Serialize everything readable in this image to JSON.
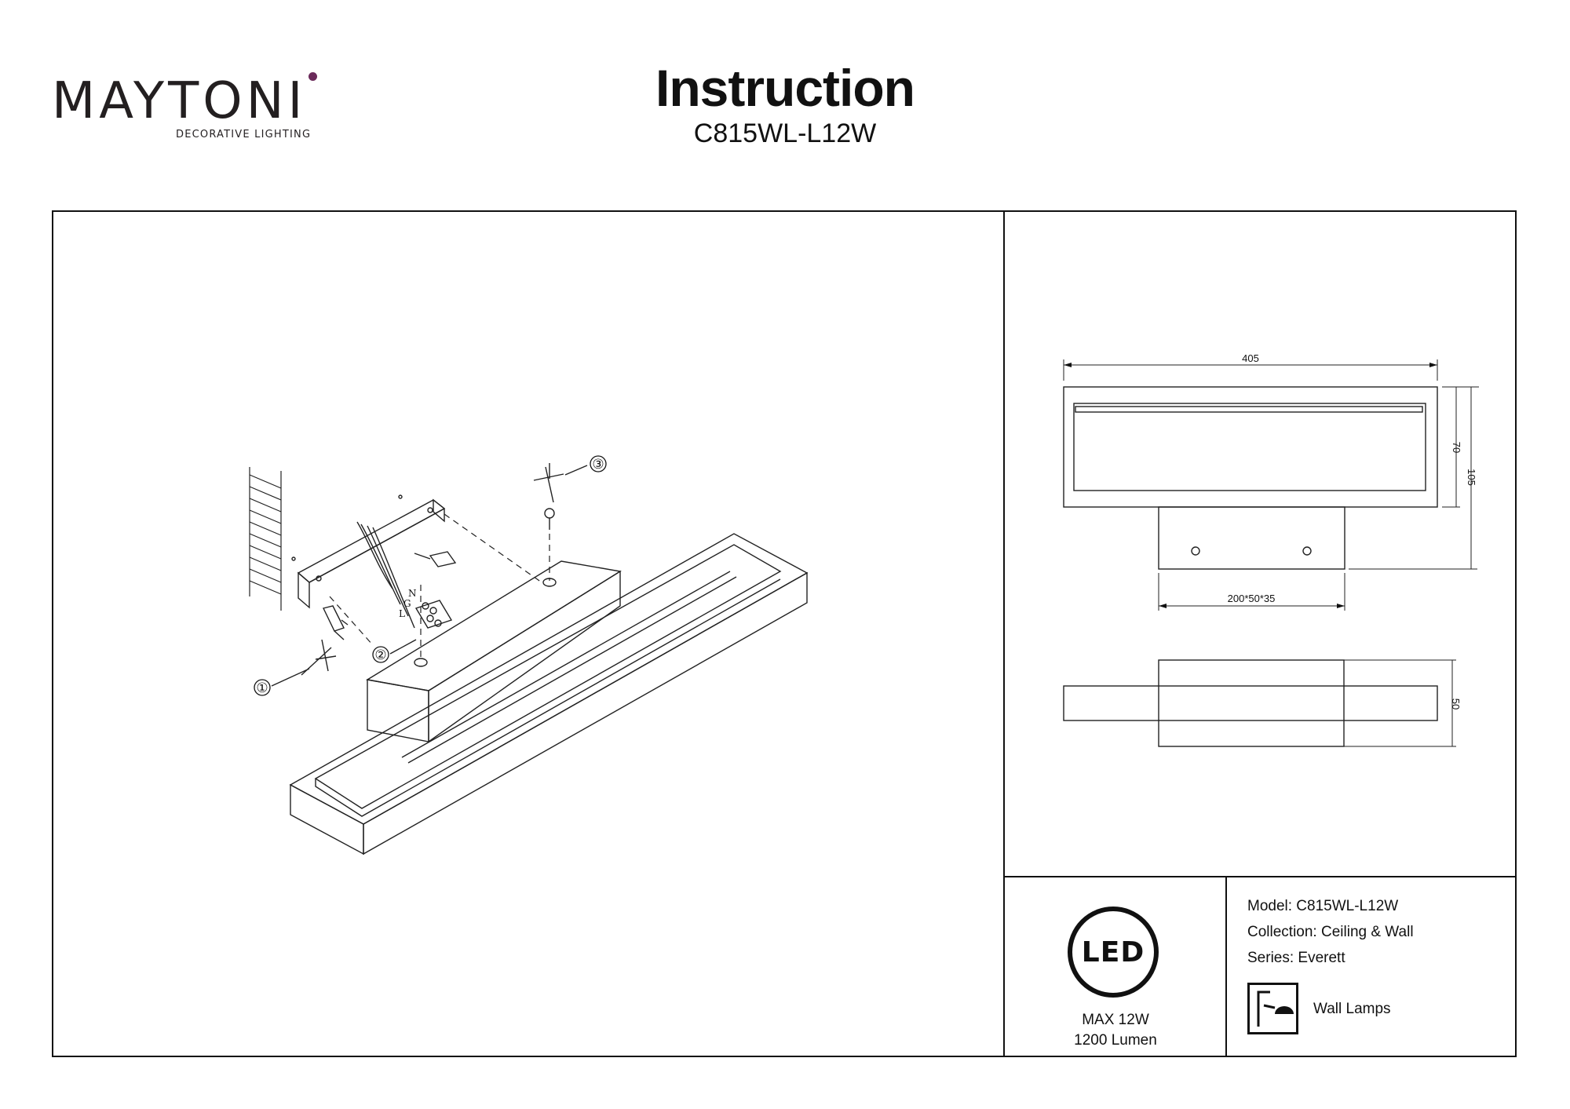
{
  "brand": {
    "logo_text": "MAYTONI",
    "tagline": "DECORATIVE LIGHTING",
    "accent_color": "#6b2a5a"
  },
  "header": {
    "title": "Instruction",
    "model_code": "C815WL-L12W"
  },
  "assembly": {
    "callouts": [
      "①",
      "②",
      "③"
    ],
    "wire_labels": [
      "N",
      "G",
      "L"
    ]
  },
  "dimensions": {
    "width": "405",
    "height_inner": "70",
    "height_total": "105",
    "base": "200*50*35",
    "depth": "50"
  },
  "led": {
    "logo": "LED",
    "power": "MAX 12W",
    "lumen": "1200 Lumen"
  },
  "specs": {
    "model": "Model: C815WL-L12W",
    "collection": "Collection: Ceiling & Wall",
    "series": "Series: Everett",
    "type_icon": "wall-lamp-icon",
    "type_label": "Wall Lamps"
  }
}
